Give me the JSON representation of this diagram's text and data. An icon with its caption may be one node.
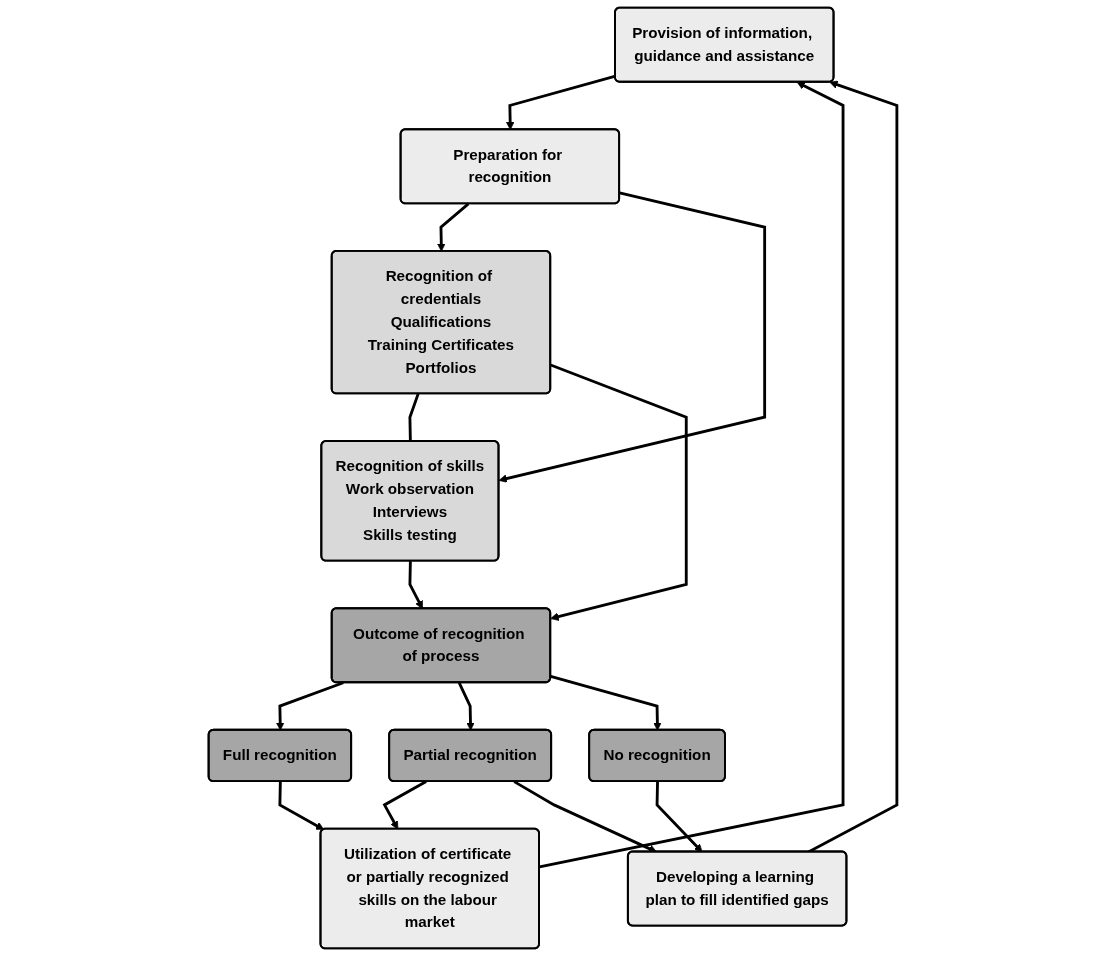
{
  "diagram": {
    "nodes": [
      {
        "text": [
          "Provision of information, guidance and assistance"
        ]
      },
      {
        "text": [
          "Preparation for recognition"
        ]
      },
      {
        "text": [
          "Recognition of credentials",
          "Qualifications",
          "Training Certificates",
          "Portfolios"
        ]
      },
      {
        "text": [
          "Recognition of skills",
          "Work observation",
          "Interviews",
          "Skills testing"
        ]
      },
      {
        "text": [
          "Outcome of recognition of process"
        ]
      },
      {
        "text": [
          "Full recognition"
        ]
      },
      {
        "text": [
          "Partial recognition"
        ]
      },
      {
        "text": [
          "No recognition"
        ]
      },
      {
        "text": [
          "Utilization of certificate or partially recognized skills on the labour market"
        ]
      },
      {
        "text": [
          "Developing a learning plan to fill identified gaps"
        ]
      }
    ],
    "edges": [
      {
        "from": 0,
        "to": 1,
        "arrow": "to"
      },
      {
        "from": 1,
        "to": 2,
        "arrow": "to"
      },
      {
        "from": 1,
        "to": 3,
        "arrow": "to"
      },
      {
        "from": 2,
        "to": 3,
        "arrow": "none"
      },
      {
        "from": 2,
        "to": 4,
        "arrow": "to"
      },
      {
        "from": 3,
        "to": 4,
        "arrow": "to"
      },
      {
        "from": 4,
        "to": 5,
        "arrow": "to"
      },
      {
        "from": 4,
        "to": 6,
        "arrow": "to"
      },
      {
        "from": 4,
        "to": 7,
        "arrow": "to"
      },
      {
        "from": 5,
        "to": 8,
        "arrow": "to"
      },
      {
        "from": 7,
        "to": 9,
        "arrow": "to"
      },
      {
        "from": 6,
        "to": 8,
        "arrow": "to"
      },
      {
        "from": 6,
        "to": 9,
        "arrow": "to"
      },
      {
        "from": 8,
        "to": 0,
        "arrow": "to"
      },
      {
        "from": 9,
        "to": 0,
        "arrow": "to"
      }
    ]
  }
}
